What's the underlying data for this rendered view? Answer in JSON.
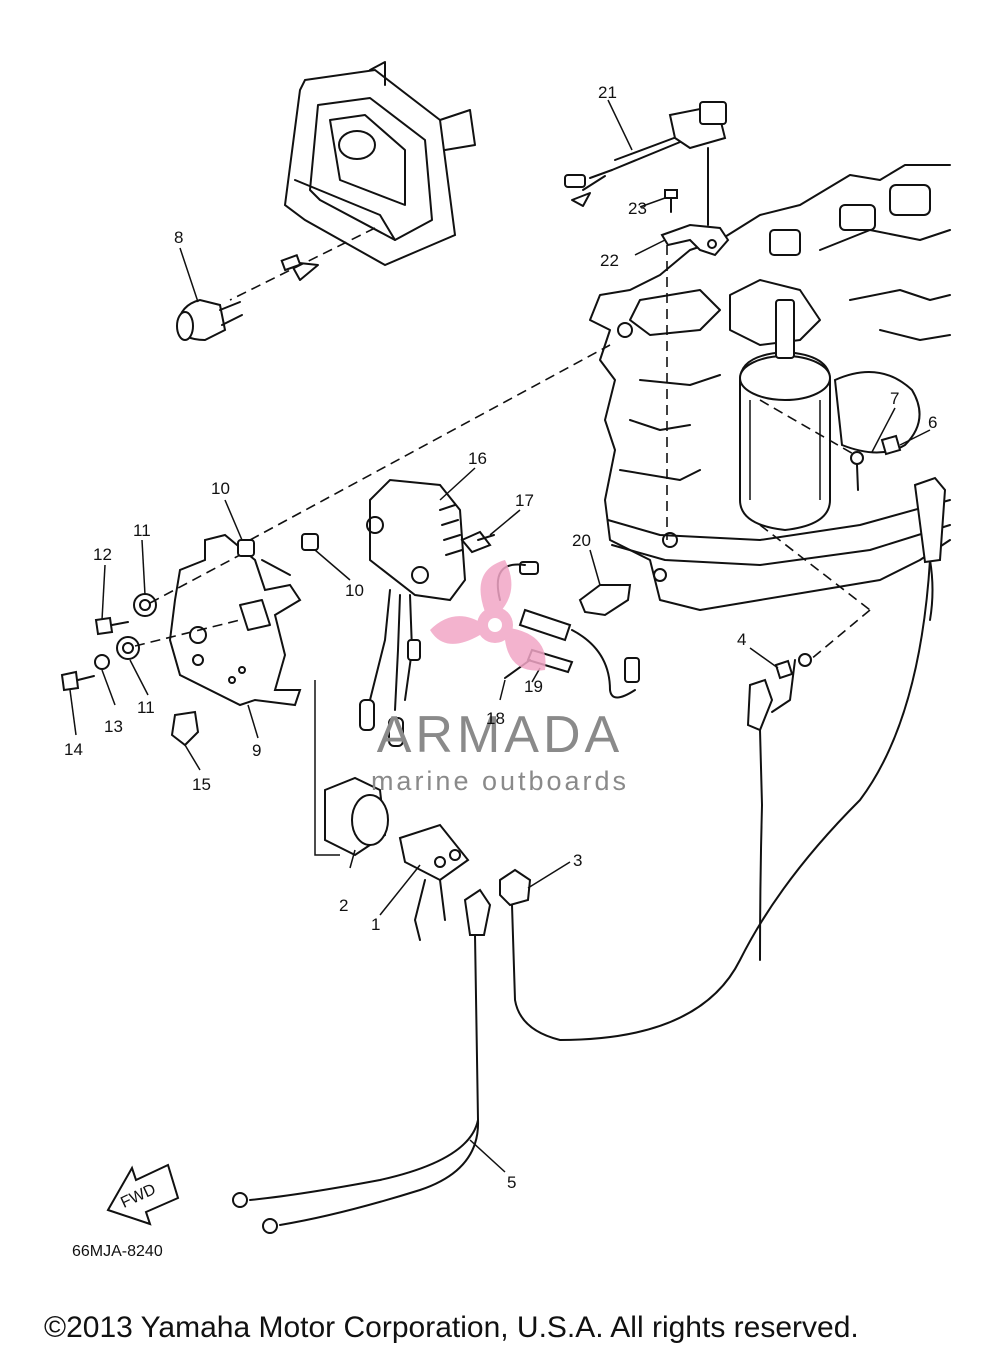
{
  "diagram": {
    "code": "66MJA-8240",
    "copyright": "©2013 Yamaha Motor Corporation, U.S.A. All rights reserved.",
    "fwd_label": "FWD"
  },
  "watermark": {
    "brand": "ARMADA",
    "tagline": "marine outboards",
    "colors": {
      "logo": "#f2a6c6",
      "text": "#8a8a8a"
    }
  },
  "callouts": {
    "c1": "1",
    "c2": "2",
    "c3": "3",
    "c4": "4",
    "c5": "5",
    "c6": "6",
    "c7": "7",
    "c8": "8",
    "c9": "9",
    "c10a": "10",
    "c10b": "10",
    "c11a": "11",
    "c11b": "11",
    "c12": "12",
    "c13": "13",
    "c14": "14",
    "c15": "15",
    "c16": "16",
    "c17": "17",
    "c18": "18",
    "c19": "19",
    "c20": "20",
    "c21": "21",
    "c22": "22",
    "c23": "23"
  }
}
